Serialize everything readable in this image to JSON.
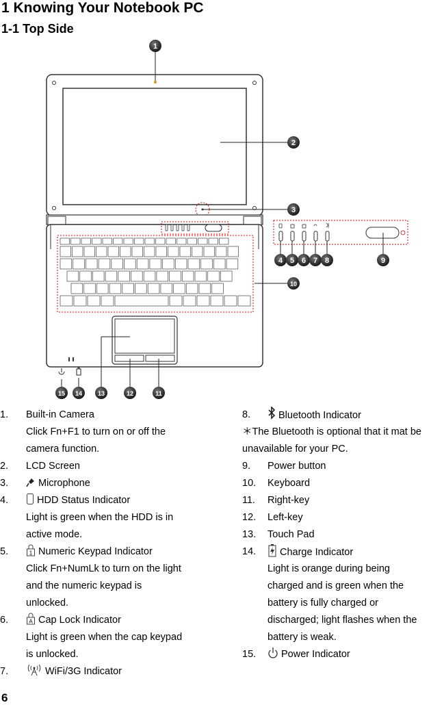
{
  "heading": "1 Knowing Your Notebook PC",
  "subheading": "1-1 Top Side",
  "diagram_callouts": [
    "1",
    "2",
    "3",
    "4",
    "5",
    "6",
    "7",
    "8",
    "9",
    "10",
    "11",
    "12",
    "13",
    "14",
    "15"
  ],
  "left_items": [
    {
      "num": "1.",
      "label": "Built-in Camera",
      "icon": "",
      "desc": [
        "Click Fn+F1 to turn on or off the",
        "camera function."
      ]
    },
    {
      "num": "2.",
      "label": "LCD Screen",
      "icon": "",
      "desc": []
    },
    {
      "num": "3.",
      "label": "Microphone",
      "icon": "microphone-icon",
      "desc": []
    },
    {
      "num": "4.",
      "label": "HDD Status Indicator",
      "icon": "hdd-icon",
      "desc": [
        "Light is green when the HDD is in",
        "active mode."
      ]
    },
    {
      "num": "5.",
      "label": "Numeric Keypad Indicator",
      "icon": "numeric-lock-icon",
      "desc": [
        "Click Fn+NumLk to turn on the light",
        "and the numeric keypad is",
        "unlocked."
      ]
    },
    {
      "num": "6.",
      "label": "Cap Lock Indicator",
      "icon": "caps-lock-icon",
      "desc": [
        "Light is green when the cap keypad",
        "is unlocked."
      ]
    },
    {
      "num": "7.",
      "label": "WiFi/3G Indicator",
      "icon": "wifi-icon",
      "desc": []
    }
  ],
  "right_items": [
    {
      "num": "8.",
      "label": "Bluetooth Indicator",
      "icon": "bluetooth-icon",
      "desc": []
    },
    {
      "num": "",
      "label": "",
      "icon": "",
      "desc": [
        "＊The Bluetooth is optional that it mat be",
        "unavailable for your PC."
      ]
    },
    {
      "num": "9.",
      "label": "Power button",
      "icon": "",
      "desc": []
    },
    {
      "num": "10.",
      "label": "Keyboard",
      "icon": "",
      "desc": []
    },
    {
      "num": "11.",
      "label": "Right-key",
      "icon": "",
      "desc": []
    },
    {
      "num": "12.",
      "label": "Left-key",
      "icon": "",
      "desc": []
    },
    {
      "num": "13.",
      "label": "Touch Pad",
      "icon": "",
      "desc": []
    },
    {
      "num": "14.",
      "label": "Charge Indicator",
      "icon": "charge-icon",
      "desc": [
        "Light is orange during being",
        "charged and is green when the",
        "battery is fully charged or",
        "discharged; light flashes when the",
        "battery is weak."
      ]
    },
    {
      "num": "15.",
      "label": "Power Indicator",
      "icon": "power-icon",
      "desc": []
    }
  ],
  "page_number": "6"
}
